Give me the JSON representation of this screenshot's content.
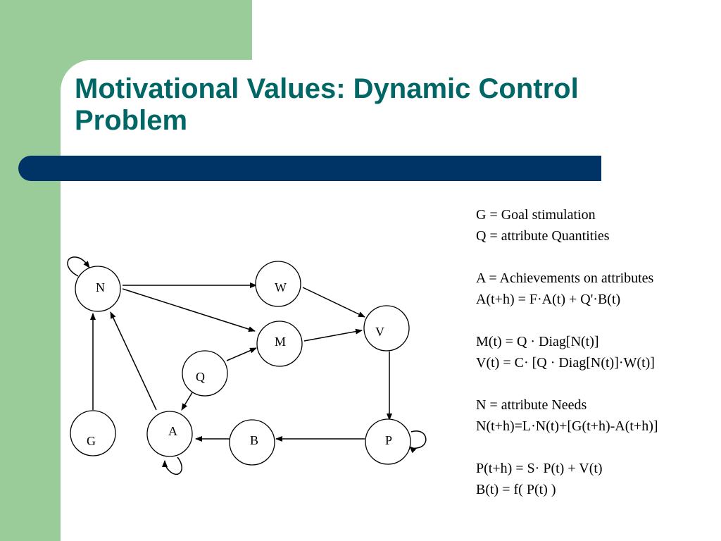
{
  "slide": {
    "title_line1": "Motivational Values: Dynamic Control",
    "title_line2": "Problem"
  },
  "nodes": {
    "N": "N",
    "W": "W",
    "V": "V",
    "M": "M",
    "Q": "Q",
    "G": "G",
    "A": "A",
    "B": "B",
    "P": "P"
  },
  "equations": {
    "g_def": "G  = Goal stimulation",
    "q_def": "Q = attribute Quantities",
    "a_def": "A = Achievements on attributes",
    "a_eq": "A(t+h) = F·A(t) + Q'·B(t)",
    "m_eq": "M(t) = Q · Diag[N(t)]",
    "v_eq": "V(t) = C· [Q · Diag[N(t)]·W(t)]",
    "n_def": "N = attribute Needs",
    "n_eq": "N(t+h)=L·N(t)+[G(t+h)-A(t+h)]",
    "p_eq": "P(t+h) = S· P(t) + V(t)",
    "b_eq": "B(t) = f( P(t) )"
  }
}
